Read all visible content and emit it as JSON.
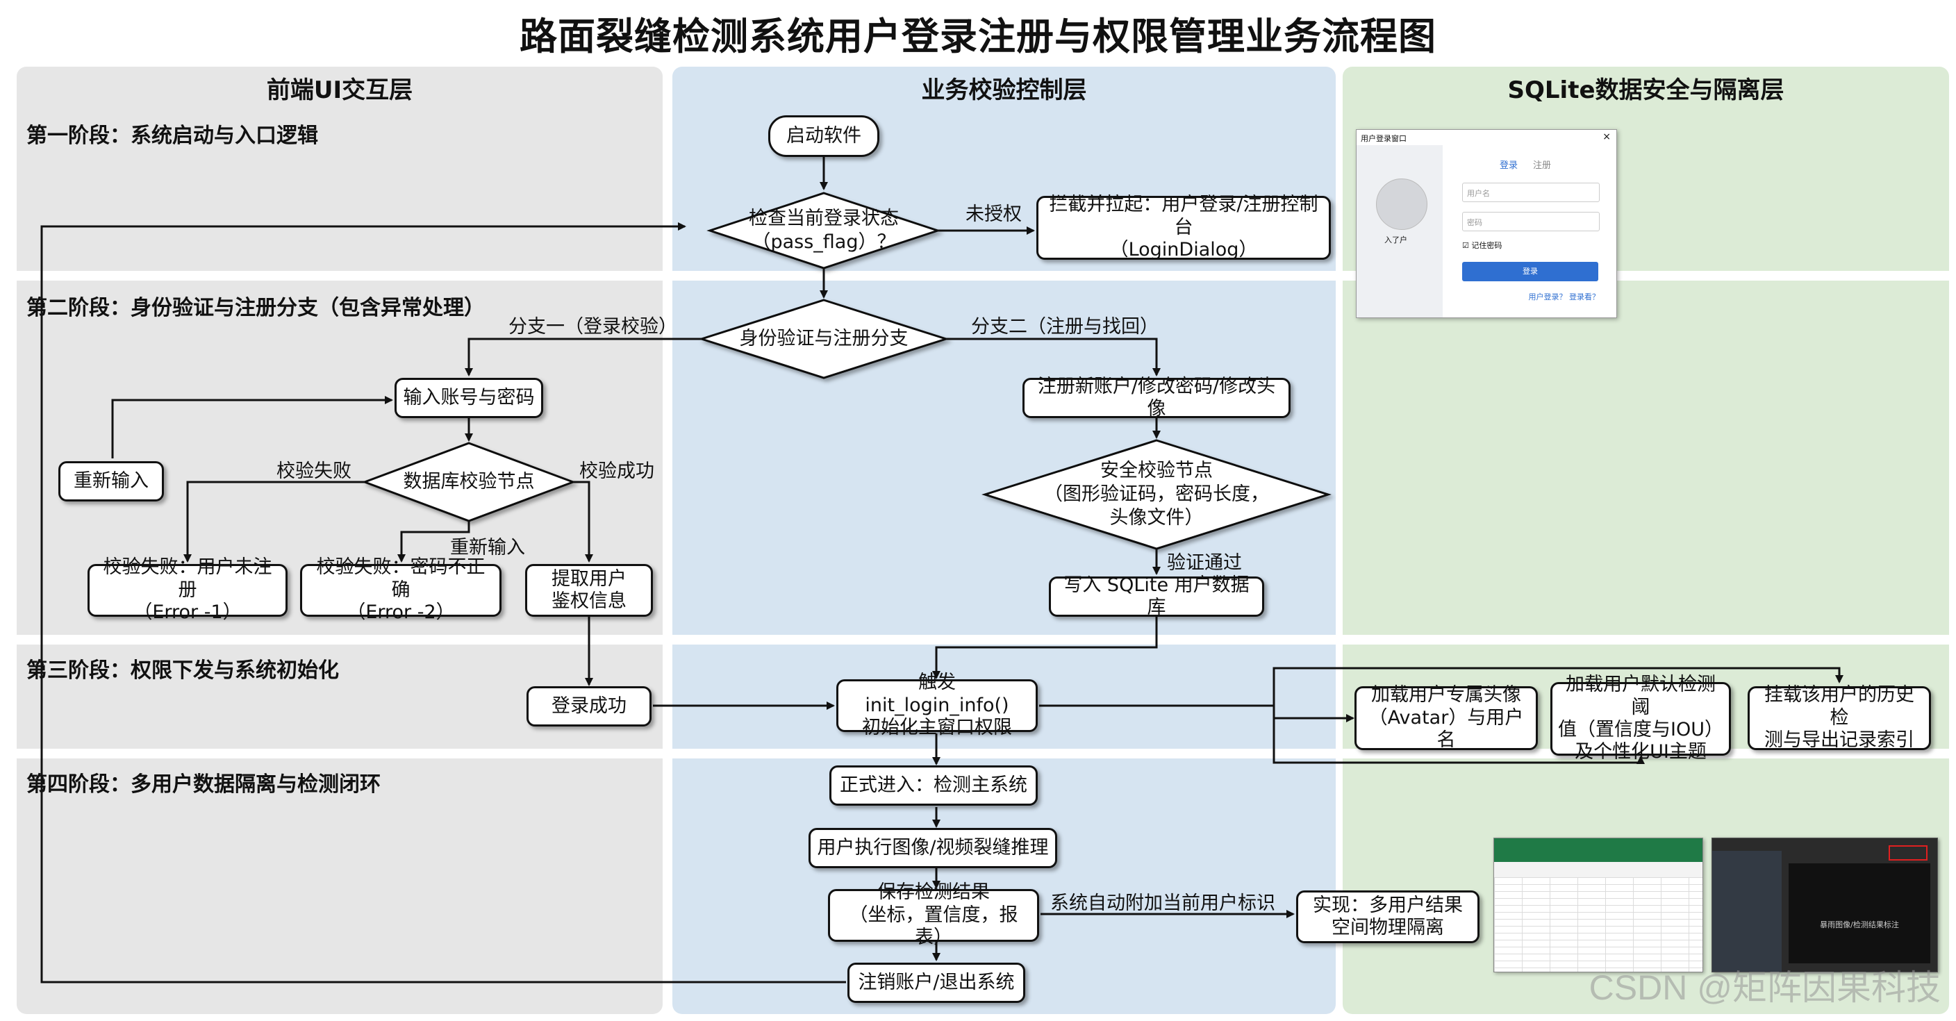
{
  "title": "路面裂缝检测系统用户登录注册与权限管理业务流程图",
  "lanes": {
    "front": "前端UI交互层",
    "biz": "业务校验控制层",
    "db": "SQLite数据安全与隔离层"
  },
  "stages": {
    "s1": "第一阶段：系统启动与入口逻辑",
    "s2": "第二阶段：身份验证与注册分支（包含异常处理）",
    "s3": "第三阶段：权限下发与系统初始化",
    "s4": "第四阶段：多用户数据隔离与检测闭环"
  },
  "nodes": {
    "start": "启动软件",
    "check_login": "检查当前登录状态\n（pass_flag）？",
    "intercept": "拦截并拉起：用户登录/注册控制台\n（LoginDialog）",
    "auth_branch": "身份验证与注册分支",
    "input_cred": "输入账号与密码",
    "re_input": "重新输入",
    "db_check": "数据库校验节点",
    "err_user": "校验失败：用户未注册\n（Error -1）",
    "err_pwd": "校验失败：密码不正确\n（Error -2）",
    "fetch_auth": "提取用户\n鉴权信息",
    "register": "注册新账户/修改密码/修改头像",
    "security_check": "安全校验节点\n（图形验证码，密码长度，\n头像文件）",
    "write_db": "写入 SQLite 用户数据库",
    "login_ok": "登录成功",
    "init_login": "触发 init_login_info()\n初始化主窗口权限",
    "load_avatar": "加载用户专属头像\n（Avatar）与用户名",
    "load_threshold": "加载用户默认检测阈\n值（置信度与IOU）\n及个性化UI主题",
    "mount_history": "挂载该用户的历史检\n测与导出记录索引",
    "enter_main": "正式进入：检测主系统",
    "infer": "用户执行图像/视频裂缝推理",
    "save_result": "保存检测结果\n（坐标，置信度，报表）",
    "isolation": "实现：多用户结果\n空间物理隔离",
    "logout": "注销账户/退出系统"
  },
  "edge_labels": {
    "unauthorized": "未授权",
    "branch1": "分支一（登录校验）",
    "branch2": "分支二（注册与找回）",
    "verify_fail": "校验失败",
    "verify_ok": "校验成功",
    "re_input": "重新输入",
    "verify_pass": "验证通过",
    "auto_tag": "系统自动附加当前用户标识"
  },
  "login_mock": {
    "window_title": "用户登录窗口",
    "tab_login": "登录",
    "tab_register": "注册",
    "user_placeholder": "用户名",
    "pwd_placeholder": "密码",
    "remember": "记住密码",
    "button": "登录",
    "avatar_label": "入了户",
    "footer": "用户登录？ 登录看？"
  },
  "dark_mock": {
    "center_text": "暴雨图像/检测结果标注"
  },
  "watermark": "CSDN @矩阵因果科技",
  "colors": {
    "front_lane": "#e6e6e6",
    "biz_lane": "#d6e4f1",
    "db_lane": "#dcebd6"
  }
}
